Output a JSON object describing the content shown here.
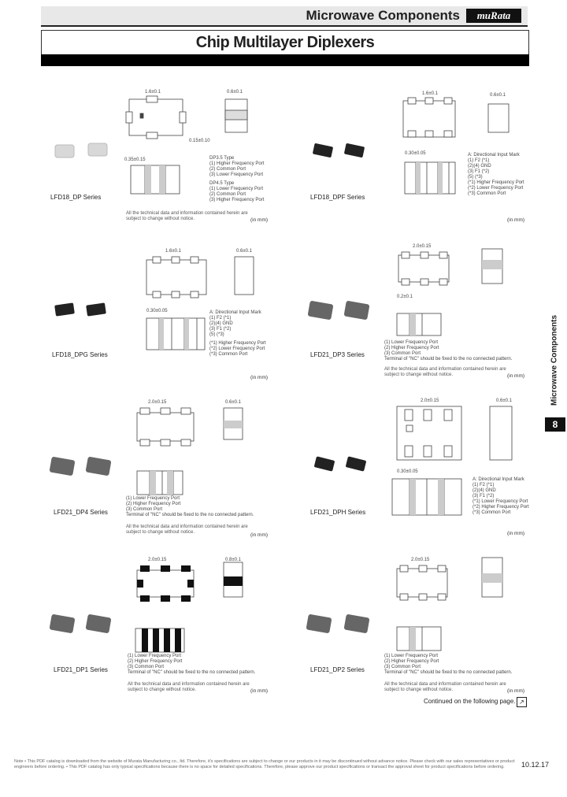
{
  "header": {
    "section": "Microwave Components",
    "brand": "muRata"
  },
  "title": "Chip Multilayer Diplexers",
  "units": "(in mm)",
  "side_tab": {
    "label": "Microwave Components",
    "chapter": "8"
  },
  "products": [
    {
      "series": "LFD18_DP Series",
      "legend": [
        "DP3.5 Type",
        "(1) Higher Frequency Port",
        "(2) Common Port",
        "(3) Lower Frequency Port",
        "DP4.5 Type",
        "(1) Lower Frequency Port",
        "(2) Common Port",
        "(3) Higher Frequency Port"
      ],
      "note": "All the technical data and information contained herein are subject to change without notice."
    },
    {
      "series": "LFD18_DPF Series",
      "legend": [
        "A: Directional Input Mark",
        "(1) F2 (*1)",
        "(2)(4) GND",
        "(3) F1 (*2)",
        "(5) (*3)",
        "(*1) Higher Frequency Port",
        "(*2) Lower Frequency Port",
        "(*3) Common Port"
      ],
      "note": ""
    },
    {
      "series": "LFD18_DPG Series",
      "legend": [
        "A: Directional Input Mark",
        "(1) F2 (*1)",
        "(2)(4) GND",
        "(3) F1 (*2)",
        "(5) (*3)",
        "(*1) Higher Frequency Port",
        "(*2) Lower Frequency Port",
        "(*3) Common Port"
      ],
      "note": ""
    },
    {
      "series": "LFD21_DP3 Series",
      "legend": [
        "(1) Lower Frequency Port",
        "(2) Higher Frequency Port",
        "(3) Common Port",
        "Terminal of \"NC\" should be fixed to the no connected pattern."
      ],
      "note": "All the technical data and information contained herein are subject to change without notice."
    },
    {
      "series": "LFD21_DP4 Series",
      "legend": [
        "(1) Lower Frequency Port",
        "(2) Higher Frequency Port",
        "(3) Common Port",
        "Terminal of \"NC\" should be fixed to the no connected pattern."
      ],
      "note": "All the technical data and information contained herein are subject to change without notice."
    },
    {
      "series": "LFD21_DPH Series",
      "legend": [
        "A: Directional Input Mark",
        "(1) F2 (*1)",
        "(2)(4) GND",
        "(3) F1 (*2)",
        "(*1) Lower Frequency Port",
        "(*2) Higher Frequency Port",
        "(*3) Common Port"
      ],
      "note": ""
    },
    {
      "series": "LFD21_DP1 Series",
      "legend": [
        "(1) Lower Frequency Port",
        "(2) Higher Frequency Port",
        "(3) Common Port",
        "Terminal of \"NC\" should be fixed to the no connected pattern."
      ],
      "note": "All the technical data and information contained herein are subject to change without notice."
    },
    {
      "series": "LFD21_DP2 Series",
      "legend": [
        "(1) Lower Frequency Port",
        "(2) Higher Frequency Port",
        "(3) Common Port",
        "Terminal of \"NC\" should be fixed to the no connected pattern."
      ],
      "note": "All the technical data and information contained herein are subject to change without notice."
    }
  ],
  "dims": {
    "d1": "1.6±0.1",
    "d2": "0.8±0.1",
    "d3": "2.0±0.15",
    "d4": "0.6±0.1",
    "d5": "0.30±0.05",
    "d6": "0.2±0.1",
    "d7": "0.15±0.10",
    "d8": "0.35±0.15"
  },
  "continued": "Continued on the following page.",
  "footer": "Note • This PDF catalog is downloaded from the website of Murata Manufacturing co., ltd. Therefore, it's specifications are subject to change or our products in it may be discontinued without advance notice. Please check with our sales representatives or product engineers before ordering. • This PDF catalog has only typical specifications because there is no space for detailed specifications. Therefore, please approve our product specifications or transact the approval sheet for product specifications before ordering.",
  "date": "10.12.17"
}
